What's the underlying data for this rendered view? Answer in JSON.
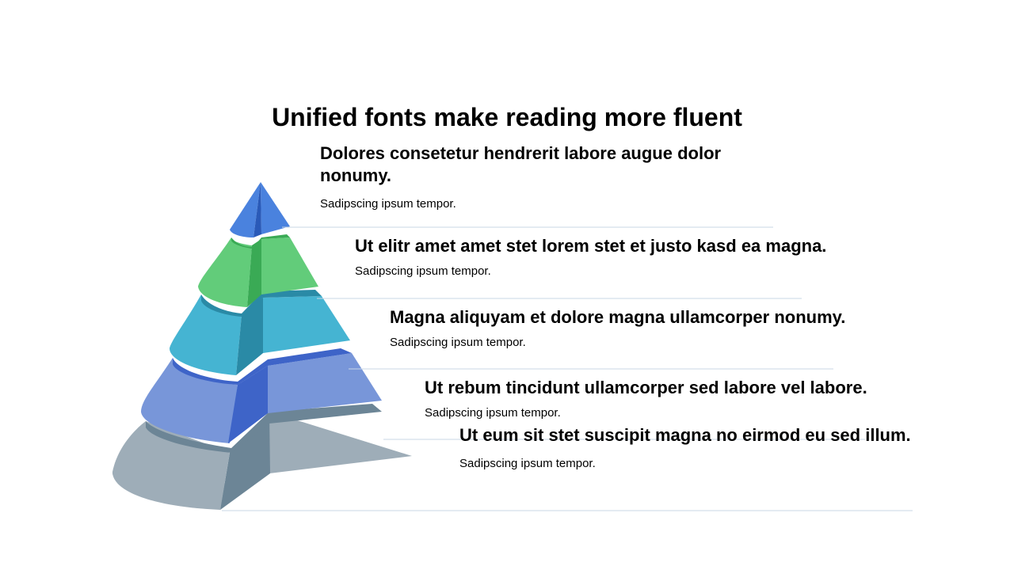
{
  "title": "Unified fonts make reading more fluent",
  "levels": [
    {
      "heading": "Dolores consetetur hendrerit labore augue dolor nonumy.",
      "desc": "Sadipscing ipsum tempor."
    },
    {
      "heading": "Ut elitr amet amet stet lorem stet et justo kasd ea magna.",
      "desc": "Sadipscing ipsum tempor."
    },
    {
      "heading": "Magna aliquyam et dolore magna ullamcorper nonumy.",
      "desc": "Sadipscing ipsum tempor."
    },
    {
      "heading": "Ut rebum tincidunt ullamcorper sed labore vel labore.",
      "desc": "Sadipscing ipsum tempor."
    },
    {
      "heading": "Ut eum sit stet suscipit magna no eirmod eu sed illum.",
      "desc": "Sadipscing ipsum tempor."
    }
  ],
  "colors": {
    "level_1": "#4a82de",
    "level_2": "#62cc7a",
    "level_3": "#45b4d2",
    "level_4": "#7896d9",
    "level_5": "#9eadb8",
    "divider": "#c9d7e6"
  }
}
